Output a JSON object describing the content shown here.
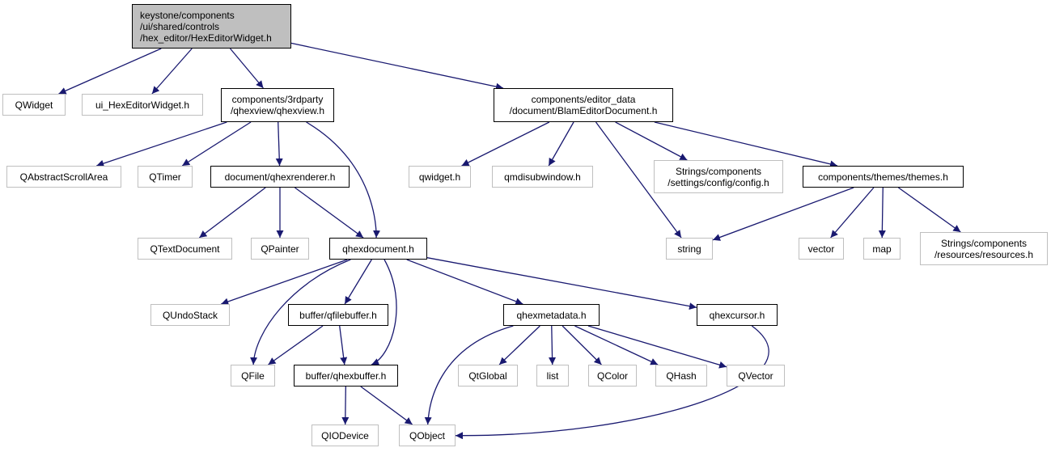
{
  "graph": {
    "edge_color": "#191970",
    "nodes": [
      {
        "id": "root",
        "kind": "root",
        "lines": [
          "keystone/components",
          "/ui/shared/controls",
          "/hex_editor/HexEditorWidget.h"
        ]
      },
      {
        "id": "QWidget",
        "kind": "ext",
        "lines": [
          "QWidget"
        ]
      },
      {
        "id": "ui_HexEditorWidget",
        "kind": "ext",
        "lines": [
          "ui_HexEditorWidget.h"
        ]
      },
      {
        "id": "qhexview",
        "kind": "doc",
        "lines": [
          "components/3rdparty",
          "/qhexview/qhexview.h"
        ]
      },
      {
        "id": "BlamEditorDocument",
        "kind": "doc",
        "lines": [
          "components/editor_data",
          "/document/BlamEditorDocument.h"
        ]
      },
      {
        "id": "QAbstractScrollArea",
        "kind": "ext",
        "lines": [
          "QAbstractScrollArea"
        ]
      },
      {
        "id": "QTimer",
        "kind": "ext",
        "lines": [
          "QTimer"
        ]
      },
      {
        "id": "qhexrenderer",
        "kind": "doc",
        "lines": [
          "document/qhexrenderer.h"
        ]
      },
      {
        "id": "qwidget_h",
        "kind": "ext",
        "lines": [
          "qwidget.h"
        ]
      },
      {
        "id": "qmdisubwindow",
        "kind": "ext",
        "lines": [
          "qmdisubwindow.h"
        ]
      },
      {
        "id": "config",
        "kind": "ext",
        "lines": [
          "Strings/components",
          "/settings/config/config.h"
        ]
      },
      {
        "id": "themes",
        "kind": "doc",
        "lines": [
          "components/themes/themes.h"
        ]
      },
      {
        "id": "QTextDocument",
        "kind": "ext",
        "lines": [
          "QTextDocument"
        ]
      },
      {
        "id": "QPainter",
        "kind": "ext",
        "lines": [
          "QPainter"
        ]
      },
      {
        "id": "qhexdocument",
        "kind": "doc",
        "lines": [
          "qhexdocument.h"
        ]
      },
      {
        "id": "string",
        "kind": "ext",
        "lines": [
          "string"
        ]
      },
      {
        "id": "vector",
        "kind": "ext",
        "lines": [
          "vector"
        ]
      },
      {
        "id": "map",
        "kind": "ext",
        "lines": [
          "map"
        ]
      },
      {
        "id": "resources",
        "kind": "ext",
        "lines": [
          "Strings/components",
          "/resources/resources.h"
        ]
      },
      {
        "id": "QUndoStack",
        "kind": "ext",
        "lines": [
          "QUndoStack"
        ]
      },
      {
        "id": "qfilebuffer",
        "kind": "doc",
        "lines": [
          "buffer/qfilebuffer.h"
        ]
      },
      {
        "id": "qhexmetadata",
        "kind": "doc",
        "lines": [
          "qhexmetadata.h"
        ]
      },
      {
        "id": "qhexcursor",
        "kind": "doc",
        "lines": [
          "qhexcursor.h"
        ]
      },
      {
        "id": "QFile",
        "kind": "ext",
        "lines": [
          "QFile"
        ]
      },
      {
        "id": "qhexbuffer",
        "kind": "doc",
        "lines": [
          "buffer/qhexbuffer.h"
        ]
      },
      {
        "id": "QtGlobal",
        "kind": "ext",
        "lines": [
          "QtGlobal"
        ]
      },
      {
        "id": "list",
        "kind": "ext",
        "lines": [
          "list"
        ]
      },
      {
        "id": "QColor",
        "kind": "ext",
        "lines": [
          "QColor"
        ]
      },
      {
        "id": "QHash",
        "kind": "ext",
        "lines": [
          "QHash"
        ]
      },
      {
        "id": "QVector",
        "kind": "ext",
        "lines": [
          "QVector"
        ]
      },
      {
        "id": "QIODevice",
        "kind": "ext",
        "lines": [
          "QIODevice"
        ]
      },
      {
        "id": "QObject",
        "kind": "ext",
        "lines": [
          "QObject"
        ]
      }
    ],
    "edges": [
      [
        "root",
        "QWidget"
      ],
      [
        "root",
        "ui_HexEditorWidget"
      ],
      [
        "root",
        "qhexview"
      ],
      [
        "root",
        "BlamEditorDocument"
      ],
      [
        "qhexview",
        "QAbstractScrollArea"
      ],
      [
        "qhexview",
        "QTimer"
      ],
      [
        "qhexview",
        "qhexrenderer"
      ],
      [
        "qhexview",
        "qhexdocument"
      ],
      [
        "qhexrenderer",
        "QTextDocument"
      ],
      [
        "qhexrenderer",
        "QPainter"
      ],
      [
        "qhexrenderer",
        "qhexdocument"
      ],
      [
        "BlamEditorDocument",
        "qwidget_h"
      ],
      [
        "BlamEditorDocument",
        "qmdisubwindow"
      ],
      [
        "BlamEditorDocument",
        "config"
      ],
      [
        "BlamEditorDocument",
        "themes"
      ],
      [
        "BlamEditorDocument",
        "string"
      ],
      [
        "themes",
        "string"
      ],
      [
        "themes",
        "vector"
      ],
      [
        "themes",
        "map"
      ],
      [
        "themes",
        "resources"
      ],
      [
        "qhexdocument",
        "QUndoStack"
      ],
      [
        "qhexdocument",
        "qfilebuffer"
      ],
      [
        "qhexdocument",
        "QFile"
      ],
      [
        "qhexdocument",
        "qhexbuffer"
      ],
      [
        "qhexdocument",
        "qhexmetadata"
      ],
      [
        "qhexdocument",
        "qhexcursor"
      ],
      [
        "qfilebuffer",
        "QFile"
      ],
      [
        "qfilebuffer",
        "qhexbuffer"
      ],
      [
        "qhexbuffer",
        "QIODevice"
      ],
      [
        "qhexbuffer",
        "QObject"
      ],
      [
        "qhexmetadata",
        "QObject"
      ],
      [
        "qhexmetadata",
        "QtGlobal"
      ],
      [
        "qhexmetadata",
        "list"
      ],
      [
        "qhexmetadata",
        "QColor"
      ],
      [
        "qhexmetadata",
        "QHash"
      ],
      [
        "qhexmetadata",
        "QVector"
      ],
      [
        "qhexcursor",
        "QObject"
      ]
    ]
  }
}
